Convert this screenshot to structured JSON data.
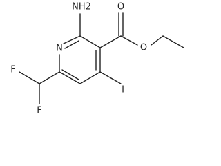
{
  "molecule": {
    "atoms": {
      "amino": "NH2",
      "ring_nitrogen": "N",
      "carbonyl_oxygen": "O",
      "ester_oxygen": "O",
      "fluorine_top": "F",
      "fluorine_bottom": "F",
      "iodine": "I"
    }
  }
}
